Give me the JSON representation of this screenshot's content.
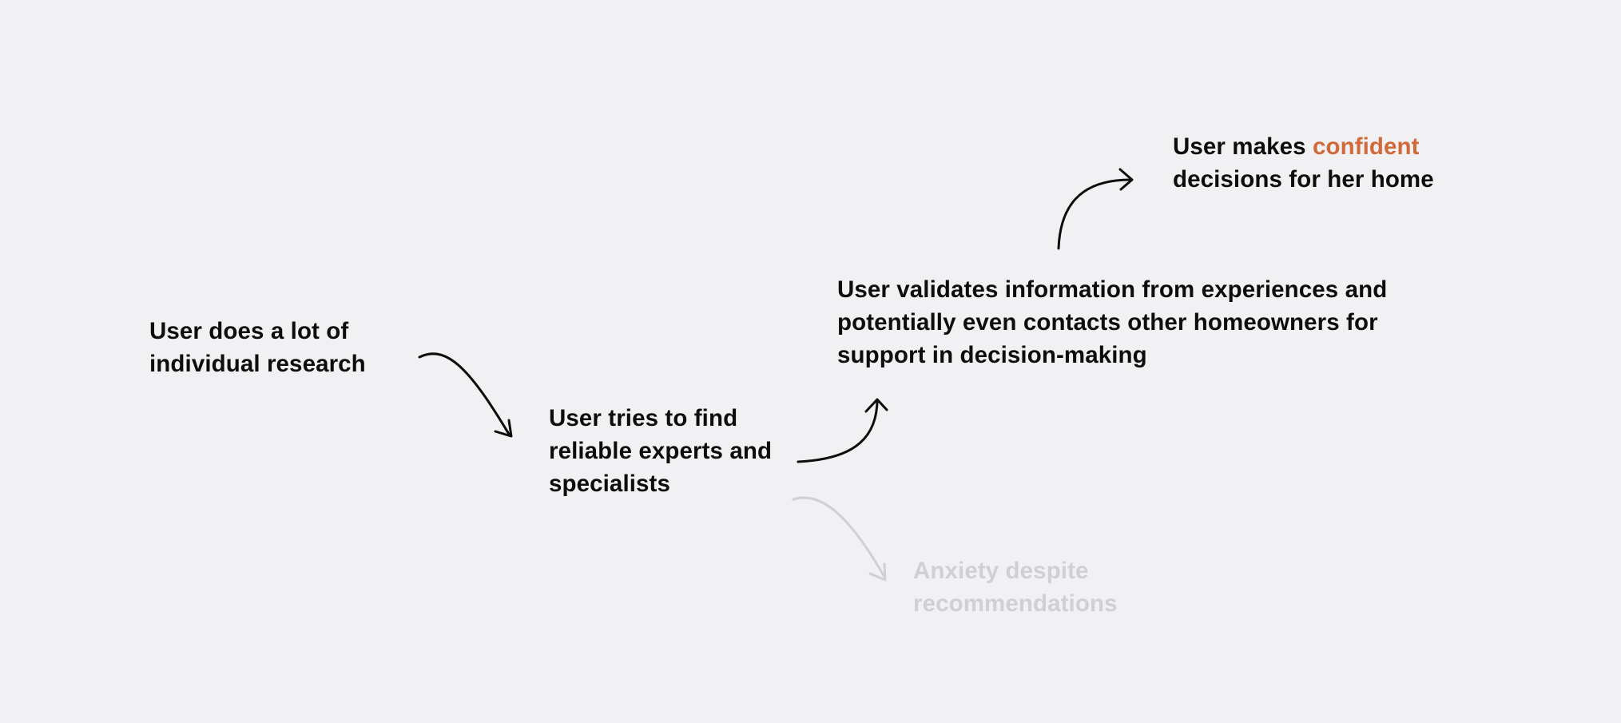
{
  "colors": {
    "background": "#f1f1f3",
    "text": "#0d0d0d",
    "accent": "#d2693a",
    "muted": "#d0d0d2"
  },
  "steps": {
    "research": {
      "line1": "User does a lot of",
      "line2": "individual research"
    },
    "experts": {
      "line1": "User tries to find",
      "line2": "reliable experts and",
      "line3": "specialists"
    },
    "validate": {
      "line1": "User validates information from experiences and",
      "line2": "potentially even contacts other homeowners for",
      "line3": "support in decision-making"
    },
    "confident": {
      "prefix": "User makes ",
      "highlight": "confident",
      "line2": "decisions for her home"
    },
    "anxiety": {
      "line1": "Anxiety despite",
      "line2": "recommendations"
    }
  }
}
